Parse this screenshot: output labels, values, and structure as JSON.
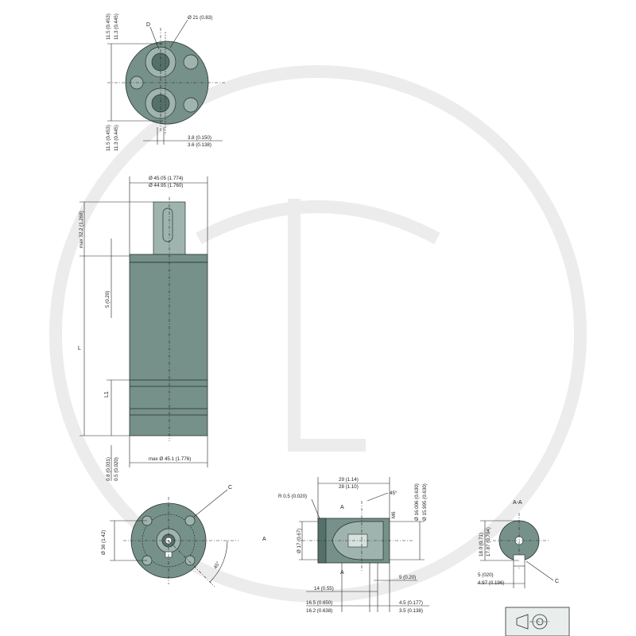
{
  "colors": {
    "body": "#76908a",
    "light": "#9fb4ae",
    "dark": "#55706a",
    "line": "#222222",
    "watermark": "#ececec"
  },
  "top_view": {
    "dims": {
      "d_label": "D",
      "dia21": "Ø 21 (0.83)",
      "h1_a": "11.5 (0.453)",
      "h1_b": "11.3 (0.445)",
      "h2_a": "11.5 (0.453)",
      "h2_b": "11.3 (0.445)",
      "w_a": "3.8 (0.150)",
      "w_b": "3.6 (0.138)"
    }
  },
  "side_view": {
    "dims": {
      "top_a": "Ø 45.05 (1.774)",
      "top_b": "Ø 44.95 (1.760)",
      "max_len": "max 32.2 (1.268)",
      "five": "5 (0.20)",
      "L": "L",
      "L1": "L1",
      "bottom": "max Ø 45.1 (1.776)",
      "gap_a": "0.8 (0.031)",
      "gap_b": "0.5 (0.020)"
    }
  },
  "front_view": {
    "dims": {
      "c": "C",
      "dia36": "Ø 36 (1.42)",
      "angle": "45°",
      "a": "A"
    }
  },
  "shaft_view": {
    "dims": {
      "r": "R 0.5 (0.020)",
      "len_a": "29 (1.14)",
      "len_b": "28 (1.10)",
      "angle": "45°",
      "a_top": "A",
      "a_bot": "A",
      "m6": "M6",
      "dia_a": "Ø 16.006 (0.630)",
      "dia_b": "Ø 15.995 (0.630)",
      "dia17": "Ø 17 (0.67)",
      "five": "5 (0.20)",
      "fourteen": "14 (0.55)",
      "l1_a": "16.5 (0.650)",
      "l1_b": "16.2 (0.638)",
      "l2_a": "4.5 (0.177)",
      "l2_b": "3.5 (0.138)"
    }
  },
  "section_view": {
    "dims": {
      "title": "A-A",
      "h_a": "18.0 (0.71)",
      "h_b": "17.87 (0.704)",
      "w_a": "5 (020)",
      "w_b": "4.97 (0.196)",
      "c": "C"
    }
  }
}
